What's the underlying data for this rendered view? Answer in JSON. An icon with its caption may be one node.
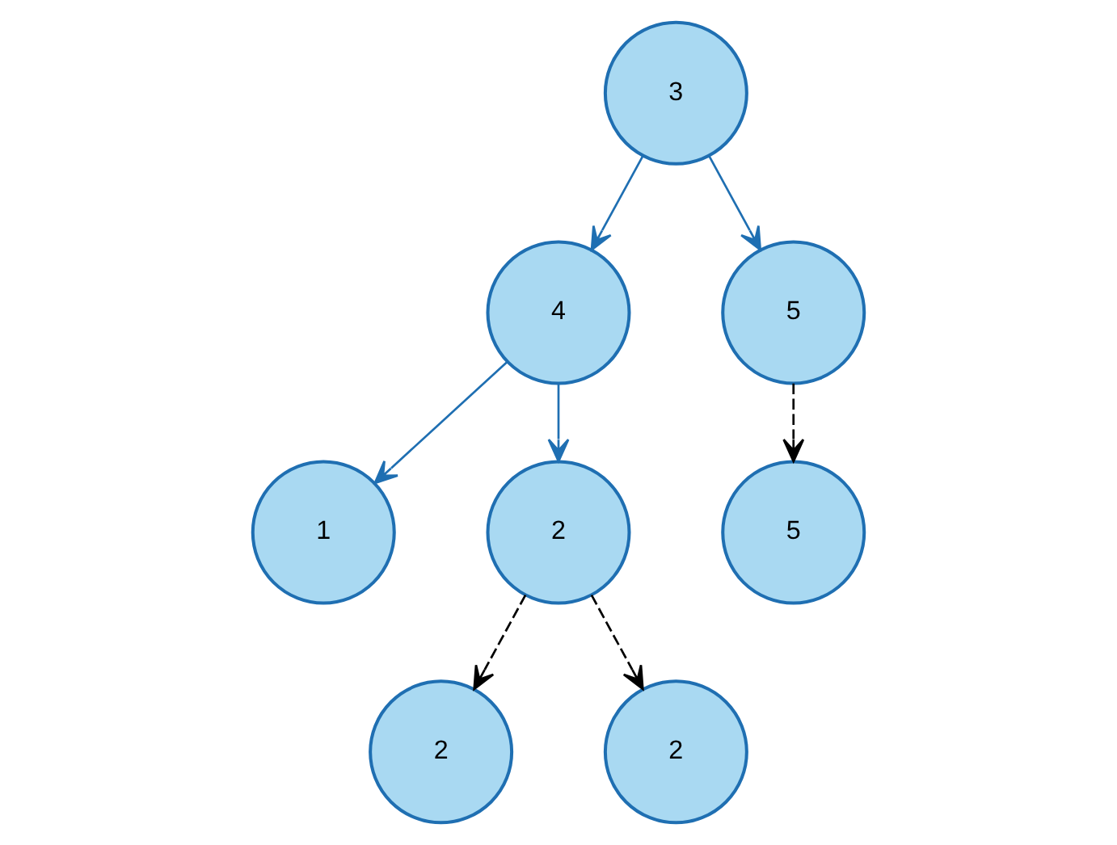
{
  "diagram": {
    "nodes": [
      {
        "text": [
          "3"
        ]
      },
      {
        "text": [
          "4"
        ]
      },
      {
        "text": [
          "5"
        ]
      },
      {
        "text": [
          "1"
        ]
      },
      {
        "text": [
          "2"
        ]
      },
      {
        "text": [
          "5"
        ]
      },
      {
        "text": [
          "2"
        ]
      },
      {
        "text": [
          "2"
        ]
      }
    ],
    "edges": [
      {
        "from": 0,
        "to": 1,
        "arrow": "to"
      },
      {
        "from": 0,
        "to": 2,
        "arrow": "to"
      },
      {
        "from": 1,
        "to": 3,
        "arrow": "to"
      },
      {
        "from": 1,
        "to": 4,
        "arrow": "to"
      },
      {
        "from": 2,
        "to": 5,
        "arrow": "to",
        "style": "dashed",
        "color": "#000000"
      },
      {
        "from": 4,
        "to": 6,
        "arrow": "to",
        "style": "dashed",
        "color": "#000000"
      },
      {
        "from": 4,
        "to": 7,
        "arrow": "to",
        "style": "dashed",
        "color": "#000000"
      }
    ]
  }
}
